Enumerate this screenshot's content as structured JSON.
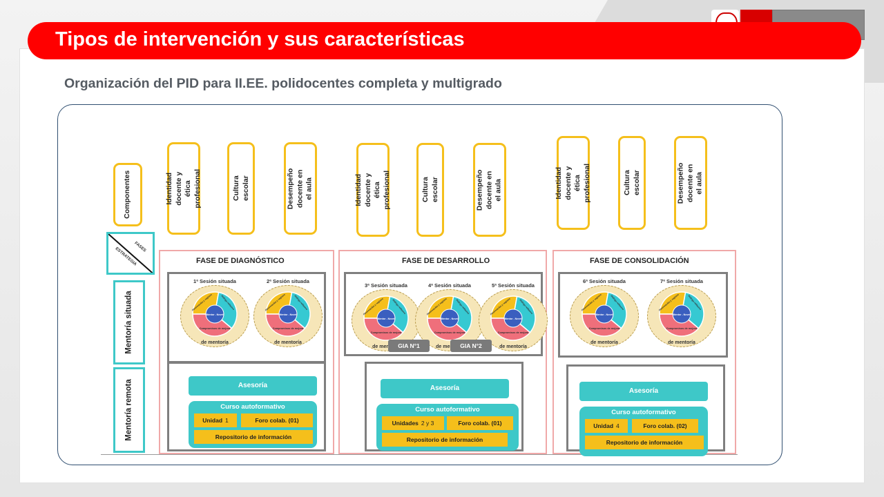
{
  "header": {
    "title": "Tipos de intervención y sus características",
    "subtitle": "Organización del PID para II.EE. polidocentes completa y multigrado"
  },
  "rows": {
    "componentes": "Componentes",
    "fases": "FASES",
    "estrategia": "ESTRATEGIA",
    "mentoria_situada": "Mentoría situada",
    "mentoria_remota": "Mentoría remota"
  },
  "components": [
    "Identidad docente y ética profesional",
    "Cultura escolar",
    "Desempeño docente en el aula"
  ],
  "phases": [
    {
      "title": "FASE DE DIAGNÓSTICO",
      "sessions": [
        "1ª Sesión situada",
        "2ª Sesión situada"
      ],
      "gia": [],
      "unidad_label": "Unidad",
      "unidad_num": "1",
      "foro": "Foro colab. (01)"
    },
    {
      "title": "FASE DE DESARROLLO",
      "sessions": [
        "3ª Sesión situada",
        "4ª Sesión situada",
        "5ª Sesión situada"
      ],
      "gia": [
        "GIA N°1",
        "GIA N°2"
      ],
      "unidad_label": "Unidades",
      "unidad_num": "2 y 3",
      "foro": "Foro colab. (01)"
    },
    {
      "title": "FASE DE CONSOLIDACIÓN",
      "sessions": [
        "6ª Sesión situada",
        "7ª Sesión situada"
      ],
      "gia": [],
      "unidad_label": "Unidad",
      "unidad_num": "4",
      "foro": "Foro colab. (02)"
    }
  ],
  "cycle": {
    "center": "Mentor - Novel",
    "observacion": "Observación y registro",
    "dialogo": "Diálogo reflexivo",
    "compromisos": "Compromisos de mejora",
    "footer": "de mentoría"
  },
  "remote": {
    "asesoria": "Asesoría",
    "curso": "Curso autoformativo",
    "repositorio": "Repositorio de información"
  },
  "colors": {
    "brand_red": "#ff0000",
    "yellow": "#f5bf1b",
    "teal": "#3ec8c8",
    "pink_border": "#f0a8a8",
    "gray_frame": "#7f7f7f",
    "cycle_blue": "#3a5fbf",
    "cycle_red": "#ef6f7b"
  }
}
